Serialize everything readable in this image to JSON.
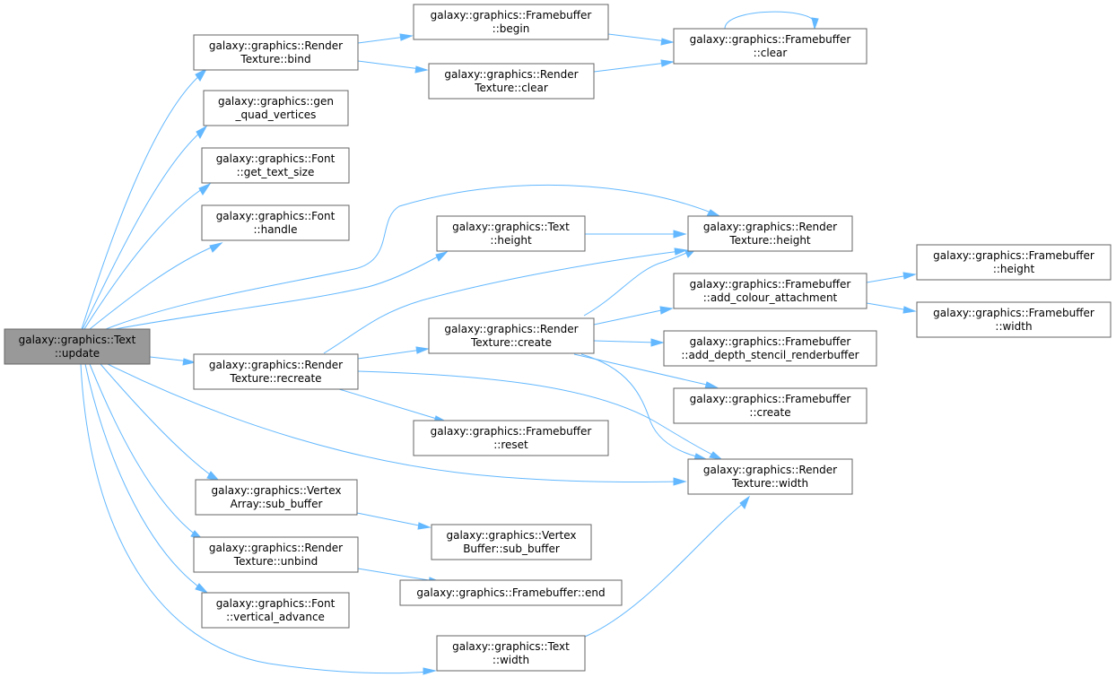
{
  "colors": {
    "edge": "#63b8ff",
    "node_border": "#666666",
    "root_fill": "#999999",
    "node_fill": "#ffffff"
  },
  "nodes": {
    "root": [
      "galaxy::graphics::Text",
      "::update"
    ],
    "rt_bind": [
      "galaxy::graphics::Render",
      "Texture::bind"
    ],
    "gen_quad": [
      "galaxy::graphics::gen",
      "_quad_vertices"
    ],
    "font_text_size": [
      "galaxy::graphics::Font",
      "::get_text_size"
    ],
    "font_handle": [
      "galaxy::graphics::Font",
      "::handle"
    ],
    "rt_recreate": [
      "galaxy::graphics::Render",
      "Texture::recreate"
    ],
    "va_sub_buffer": [
      "galaxy::graphics::Vertex",
      "Array::sub_buffer"
    ],
    "rt_unbind": [
      "galaxy::graphics::Render",
      "Texture::unbind"
    ],
    "font_vadvance": [
      "galaxy::graphics::Font",
      "::vertical_advance"
    ],
    "fb_begin": [
      "galaxy::graphics::Framebuffer",
      "::begin"
    ],
    "rt_clear": [
      "galaxy::graphics::Render",
      "Texture::clear"
    ],
    "text_height": [
      "galaxy::graphics::Text",
      "::height"
    ],
    "rt_create": [
      "galaxy::graphics::Render",
      "Texture::create"
    ],
    "fb_reset": [
      "galaxy::graphics::Framebuffer",
      "::reset"
    ],
    "vb_sub_buffer": [
      "galaxy::graphics::Vertex",
      "Buffer::sub_buffer"
    ],
    "fb_end": [
      "galaxy::graphics::Framebuffer::end"
    ],
    "text_width": [
      "galaxy::graphics::Text",
      "::width"
    ],
    "fb_clear": [
      "galaxy::graphics::Framebuffer",
      "::clear"
    ],
    "rt_height": [
      "galaxy::graphics::Render",
      "Texture::height"
    ],
    "fb_add_colour": [
      "galaxy::graphics::Framebuffer",
      "::add_colour_attachment"
    ],
    "fb_add_depth": [
      "galaxy::graphics::Framebuffer",
      "::add_depth_stencil_renderbuffer"
    ],
    "fb_create": [
      "galaxy::graphics::Framebuffer",
      "::create"
    ],
    "rt_width": [
      "galaxy::graphics::Render",
      "Texture::width"
    ],
    "fb_height": [
      "galaxy::graphics::Framebuffer",
      "::height"
    ],
    "fb_width": [
      "galaxy::graphics::Framebuffer",
      "::width"
    ]
  }
}
